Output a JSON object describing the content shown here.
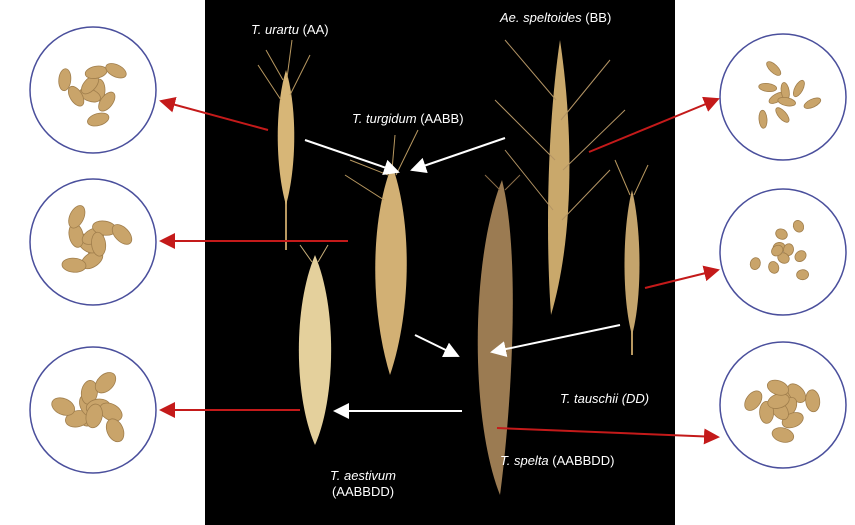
{
  "colors": {
    "background": "#ffffff",
    "panel": "#000000",
    "circle_border": "#4a4f9c",
    "circle_fill": "#ffffff",
    "red_arrow": "#c41a1a",
    "white_arrow": "#ffffff",
    "grain": "#c9a46a",
    "spike": "#d7b677"
  },
  "species": {
    "urartu": {
      "name": "T. urartu",
      "genome": "(AA)"
    },
    "speltoides": {
      "name": "Ae. speltoides",
      "genome": "(BB)"
    },
    "turgidum": {
      "name": "T. turgidum",
      "genome": "(AABB)"
    },
    "tauschii": {
      "name": "T. tauschii",
      "genome": "(DD)"
    },
    "spelta": {
      "name": "T. spelta",
      "genome": "(AABBDD)"
    },
    "aestivum": {
      "name": "T. aestivum",
      "genome": "(AABBDD)"
    }
  }
}
